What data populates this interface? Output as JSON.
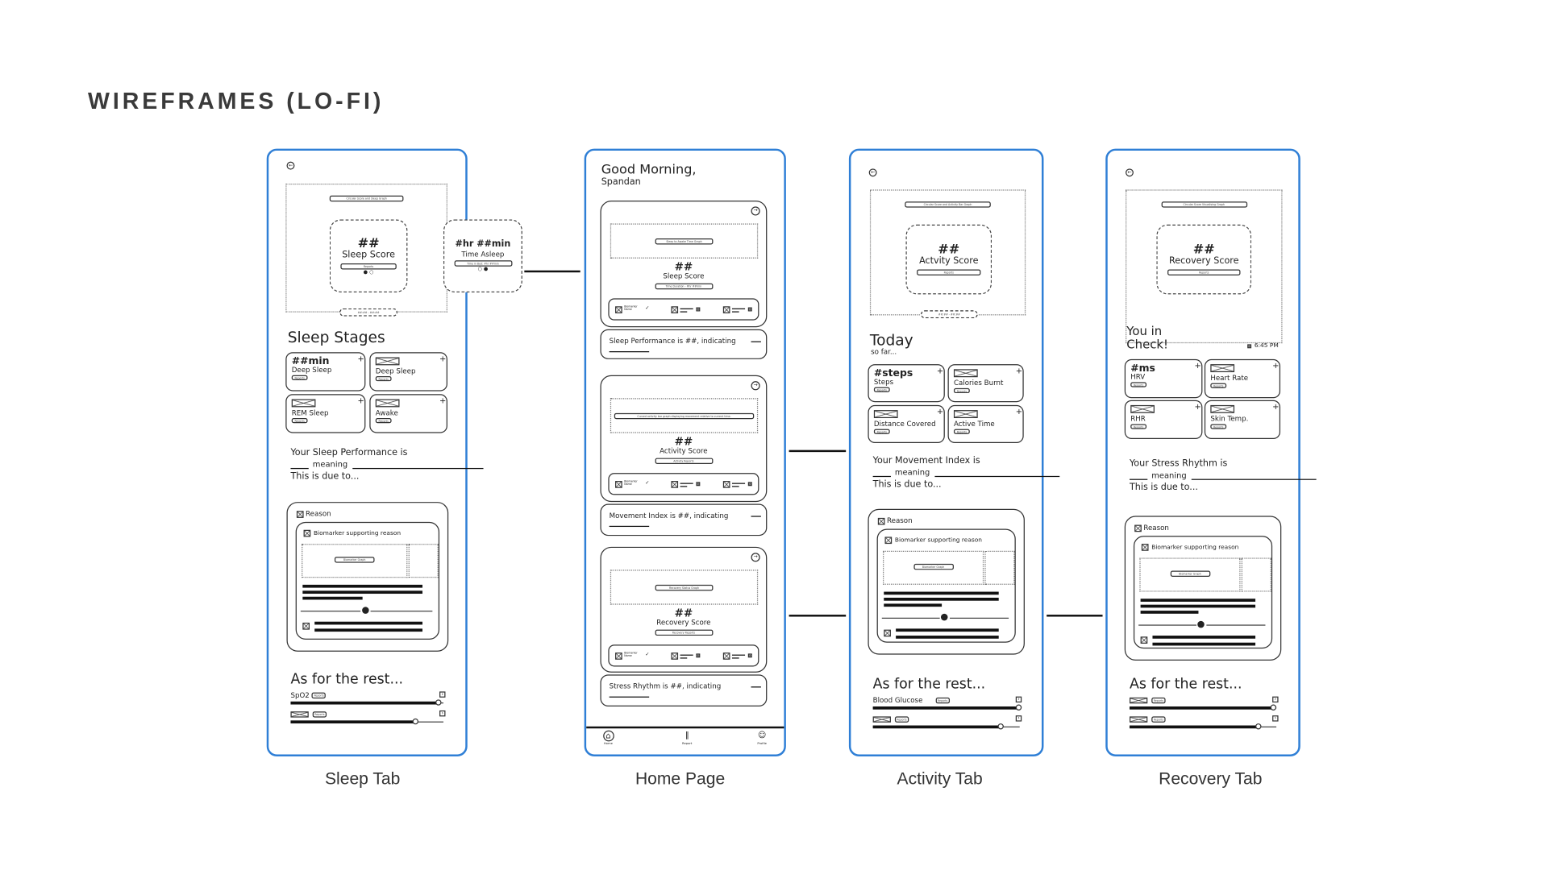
{
  "page": {
    "title": "WIREFRAMES (LO-FI)"
  },
  "colors": {
    "frame_border": "#2f7fd6",
    "ink": "#222222"
  },
  "screens": {
    "sleep": {
      "caption": "Sleep Tab",
      "back_icon": "back-arrow-icon",
      "graph_label": "Circular Score and Sleep Graph",
      "score_value": "##",
      "score_label": "Sleep Score",
      "reports": "Reports",
      "time_value": "#hr ##min",
      "time_label": "Time Asleep",
      "time_sub": "Time in Bed: #hr ##min",
      "range": "##:## - ##:##",
      "heading": "Sleep Stages",
      "tiles": [
        {
          "value": "##min",
          "label": "Deep Sleep"
        },
        {
          "label": "Deep Sleep"
        },
        {
          "label": "REM Sleep"
        },
        {
          "label": "Awake"
        }
      ],
      "summary": {
        "line1": "Your Sleep Performance is",
        "meaning": "meaning",
        "line3": "This is due to..."
      },
      "reason": "Reason",
      "biomarker_reason": "Biomarker supporting reason",
      "biomarker_graph": "Biomarker Graph",
      "rest_title": "As for the rest...",
      "rest": [
        {
          "label": "SpO2",
          "badge": "Reports",
          "level": 0.97
        },
        {
          "badge": "Reports",
          "level": 0.82
        }
      ]
    },
    "home": {
      "caption": "Home Page",
      "greeting": "Good Morning,",
      "name": "Spandan",
      "biomarker": "Biomarker Name",
      "cards": [
        {
          "graph_label": "Sleep to Awake Time Graph",
          "value": "##",
          "label": "Sleep Score",
          "pill": "Time Duration - #hr ##min",
          "insight": "Sleep Performance is ##, indicating"
        },
        {
          "graph_label": "Curved activity bar graph displaying movement relative to current time.",
          "value": "##",
          "label": "Activity Score",
          "pill": "Activity Reports",
          "insight": "Movement Index is ##, indicating"
        },
        {
          "graph_label": "Recovery Status Graph",
          "value": "##",
          "label": "Recovery Score",
          "pill": "Recovery Reports",
          "insight": "Stress Rhythm is ##, indicating"
        }
      ],
      "nav": [
        {
          "label": "Home",
          "icon": "home-icon",
          "active": true
        },
        {
          "label": "Report",
          "icon": "bar-chart-icon"
        },
        {
          "label": "Profile",
          "icon": "profile-icon"
        }
      ]
    },
    "activity": {
      "caption": "Activity Tab",
      "graph_label": "Circular Score and Activity Bar Graph",
      "score_value": "##",
      "score_label": "Actvity Score",
      "reports": "Reports",
      "range": "##:## - ##:##",
      "heading": "Today",
      "subheading": "so far...",
      "tiles": [
        {
          "value": "#steps",
          "label": "Steps"
        },
        {
          "label": "Calories Burnt"
        },
        {
          "label": "Distance Covered"
        },
        {
          "label": "Active Time"
        }
      ],
      "summary": {
        "line1": "Your Movement Index is",
        "meaning": "meaning",
        "line3": "This is due to..."
      },
      "reason": "Reason",
      "biomarker_reason": "Biomarker supporting reason",
      "biomarker_graph": "Biomarker Graph",
      "rest_title": "As for the rest...",
      "rest": [
        {
          "label": "Blood Glucose",
          "badge": "Reports",
          "level": 0.99
        },
        {
          "badge": "Reports",
          "level": 0.87
        }
      ]
    },
    "recovery": {
      "caption": "Recovery Tab",
      "graph_label": "Circular Score Visualising Graph",
      "score_value": "##",
      "score_label": "Recovery Score",
      "reports": "Reports",
      "heading": "You in",
      "heading2": "Check!",
      "time": "6:45 PM",
      "tiles": [
        {
          "value": "#ms",
          "label": "HRV"
        },
        {
          "label": "Heart Rate"
        },
        {
          "label": "RHR"
        },
        {
          "label": "Skin Temp."
        }
      ],
      "summary": {
        "line1": "Your Stress Rhythm is",
        "meaning": "meaning",
        "line3": "This is due to..."
      },
      "reason": "Reason",
      "biomarker_reason": "Biomarker supporting reason",
      "biomarker_graph": "Biomarker Graph",
      "rest_title": "As for the rest...",
      "rest": [
        {
          "badge": "Reports",
          "level": 0.98
        },
        {
          "badge": "Reports",
          "level": 0.88
        }
      ]
    }
  }
}
